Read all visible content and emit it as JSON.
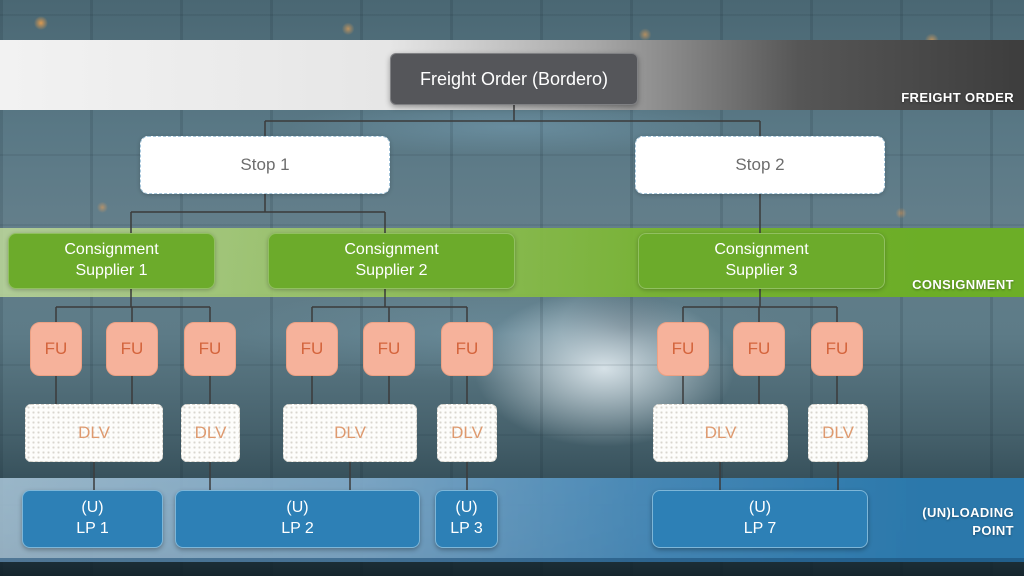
{
  "bands": {
    "freight_order": {
      "label": "FREIGHT ORDER"
    },
    "consignment": {
      "label": "CONSIGNMENT"
    },
    "loading_point": {
      "label_line1": "(UN)LOADING",
      "label_line2": "POINT"
    }
  },
  "freight_order": {
    "label": "Freight Order (Bordero)"
  },
  "stops": [
    {
      "label": "Stop 1"
    },
    {
      "label": "Stop 2"
    }
  ],
  "consignments": [
    {
      "line1": "Consignment",
      "line2": "Supplier 1"
    },
    {
      "line1": "Consignment",
      "line2": "Supplier 2"
    },
    {
      "line1": "Consignment",
      "line2": "Supplier 3"
    }
  ],
  "freight_units": [
    "FU",
    "FU",
    "FU",
    "FU",
    "FU",
    "FU",
    "FU",
    "FU",
    "FU"
  ],
  "deliveries": [
    "DLV",
    "DLV",
    "DLV",
    "DLV",
    "DLV",
    "DLV"
  ],
  "loading_points": [
    {
      "line1": "(U)",
      "line2": "LP 1"
    },
    {
      "line1": "(U)",
      "line2": "LP 2"
    },
    {
      "line1": "(U)",
      "line2": "LP 3"
    },
    {
      "line1": "(U)",
      "line2": "LP 7"
    }
  ],
  "colors": {
    "freight_box": "#55565a",
    "consignment_green": "#6cab2b",
    "fu_fill": "#f6b29b",
    "fu_text": "#d4643c",
    "dlv_text": "#de9a6f",
    "lp_blue": "#2d80b6",
    "connector": "#3b3b3b"
  }
}
